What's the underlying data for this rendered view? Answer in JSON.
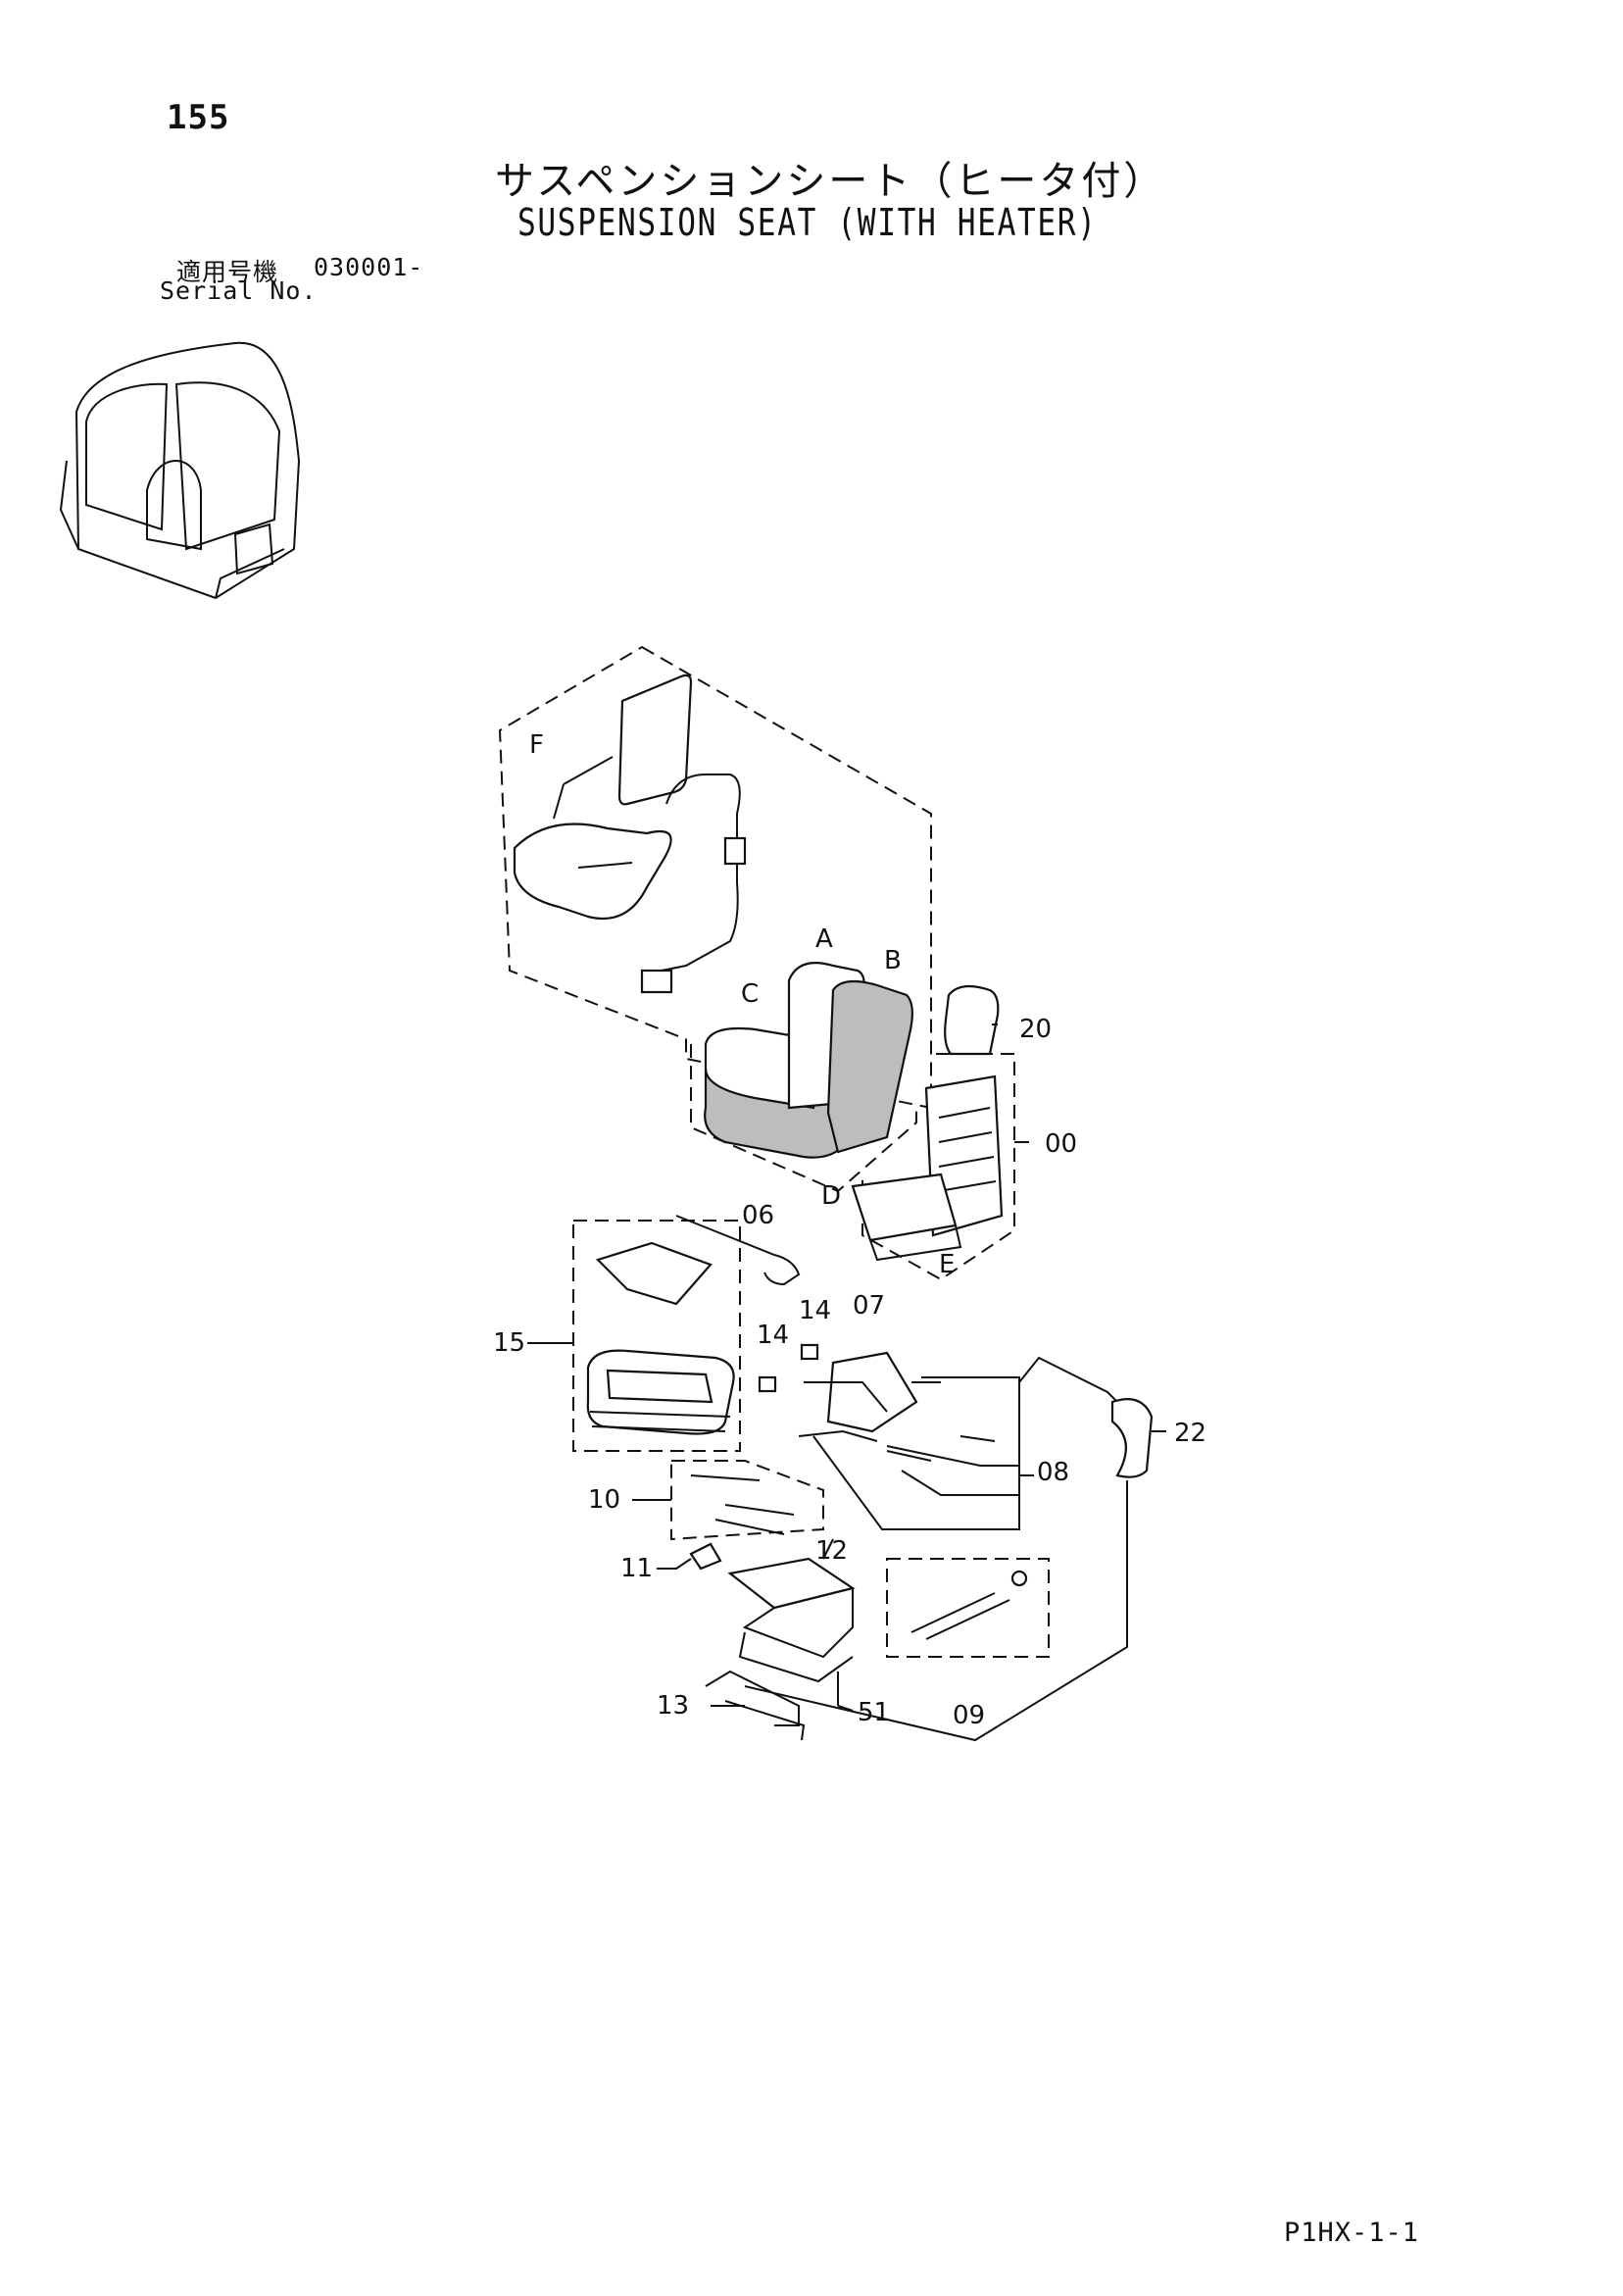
{
  "page": {
    "number": "155",
    "title_jp": "サスペンションシート（ヒータ付）",
    "title_en": "SUSPENSION SEAT (WITH HEATER)",
    "serial_label_jp": "適用号機",
    "serial_value": "030001-",
    "serial_label_en": "Serial No.",
    "footer_code": "P1HX-1-1"
  },
  "callouts": {
    "F": "F",
    "A": "A",
    "B": "B",
    "C": "C",
    "D": "D",
    "E": "E",
    "p20": "20",
    "p00": "00",
    "p06": "06",
    "p15": "15",
    "p14a": "14",
    "p14b": "14",
    "p07": "07",
    "p22": "22",
    "p08": "08",
    "p10": "10",
    "p11": "11",
    "p12": "12",
    "p09": "09",
    "p13": "13",
    "p51": "51"
  }
}
